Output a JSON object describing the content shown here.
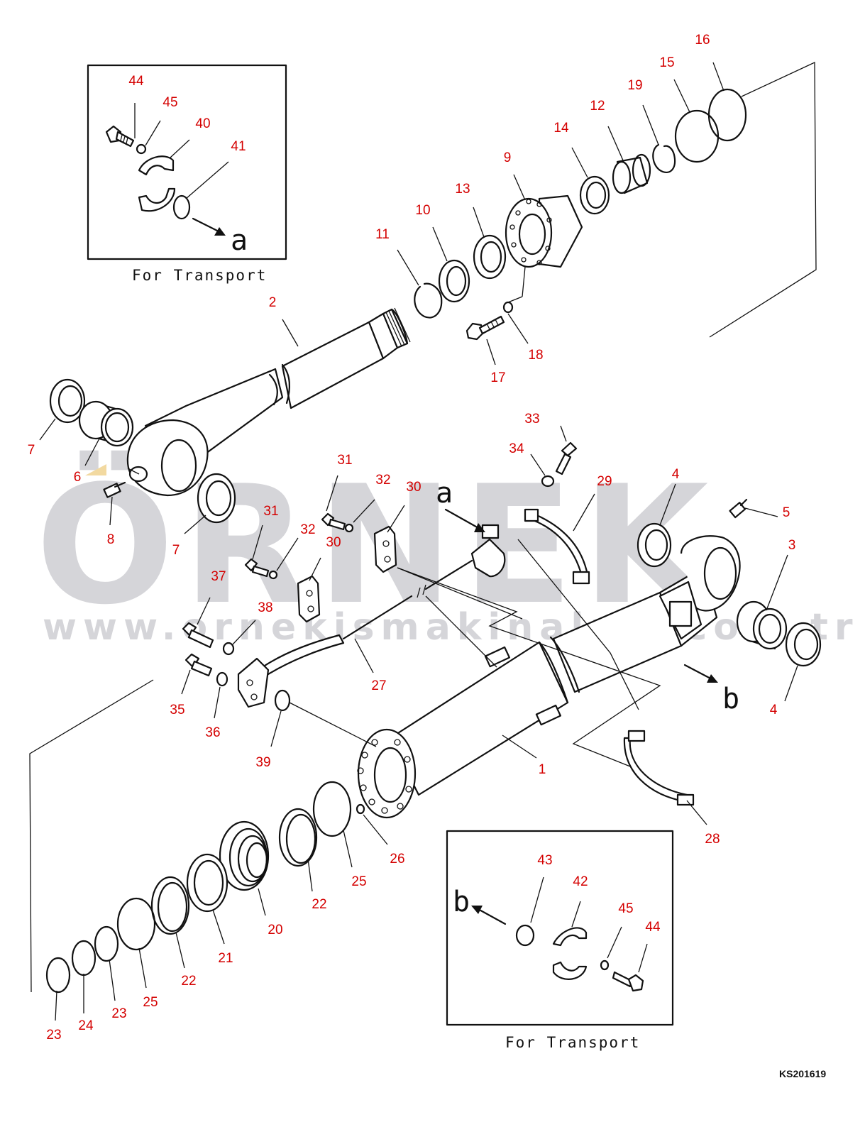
{
  "watermark": {
    "brand": "ÖRNEK",
    "url": "www.ornekismakinalari.com.tr"
  },
  "insets": {
    "top_caption": "For Transport",
    "bottom_caption": "For Transport"
  },
  "arrow_labels": {
    "a": "a",
    "b": "b"
  },
  "drawing_code": "KS201619",
  "callout_color": "#d40000",
  "callouts": [
    {
      "id": "c-44-top",
      "text": "44"
    },
    {
      "id": "c-45-top",
      "text": "45"
    },
    {
      "id": "c-40",
      "text": "40"
    },
    {
      "id": "c-41",
      "text": "41"
    },
    {
      "id": "c-16",
      "text": "16"
    },
    {
      "id": "c-15",
      "text": "15"
    },
    {
      "id": "c-19",
      "text": "19"
    },
    {
      "id": "c-12",
      "text": "12"
    },
    {
      "id": "c-14",
      "text": "14"
    },
    {
      "id": "c-9",
      "text": "9"
    },
    {
      "id": "c-13",
      "text": "13"
    },
    {
      "id": "c-10",
      "text": "10"
    },
    {
      "id": "c-11",
      "text": "11"
    },
    {
      "id": "c-2",
      "text": "2"
    },
    {
      "id": "c-18",
      "text": "18"
    },
    {
      "id": "c-17",
      "text": "17"
    },
    {
      "id": "c-7-left",
      "text": "7"
    },
    {
      "id": "c-6",
      "text": "6"
    },
    {
      "id": "c-8",
      "text": "8"
    },
    {
      "id": "c-7-mid",
      "text": "7"
    },
    {
      "id": "c-33",
      "text": "33"
    },
    {
      "id": "c-34",
      "text": "34"
    },
    {
      "id": "c-29",
      "text": "29"
    },
    {
      "id": "c-4-top",
      "text": "4"
    },
    {
      "id": "c-5",
      "text": "5"
    },
    {
      "id": "c-3",
      "text": "3"
    },
    {
      "id": "c-31-a",
      "text": "31"
    },
    {
      "id": "c-32-a",
      "text": "32"
    },
    {
      "id": "c-30-a",
      "text": "30"
    },
    {
      "id": "c-31-b",
      "text": "31"
    },
    {
      "id": "c-32-b",
      "text": "32"
    },
    {
      "id": "c-30-b",
      "text": "30"
    },
    {
      "id": "c-37",
      "text": "37"
    },
    {
      "id": "c-38",
      "text": "38"
    },
    {
      "id": "c-35",
      "text": "35"
    },
    {
      "id": "c-36",
      "text": "36"
    },
    {
      "id": "c-27",
      "text": "27"
    },
    {
      "id": "c-39",
      "text": "39"
    },
    {
      "id": "c-1",
      "text": "1"
    },
    {
      "id": "c-4-bottom",
      "text": "4"
    },
    {
      "id": "c-28",
      "text": "28"
    },
    {
      "id": "c-26",
      "text": "26"
    },
    {
      "id": "c-25-a",
      "text": "25"
    },
    {
      "id": "c-22-a",
      "text": "22"
    },
    {
      "id": "c-20",
      "text": "20"
    },
    {
      "id": "c-21",
      "text": "21"
    },
    {
      "id": "c-22-b",
      "text": "22"
    },
    {
      "id": "c-25-b",
      "text": "25"
    },
    {
      "id": "c-23-a",
      "text": "23"
    },
    {
      "id": "c-24",
      "text": "24"
    },
    {
      "id": "c-23-b",
      "text": "23"
    },
    {
      "id": "c-43",
      "text": "43"
    },
    {
      "id": "c-42",
      "text": "42"
    },
    {
      "id": "c-45-bottom",
      "text": "45"
    },
    {
      "id": "c-44-bottom",
      "text": "44"
    }
  ]
}
